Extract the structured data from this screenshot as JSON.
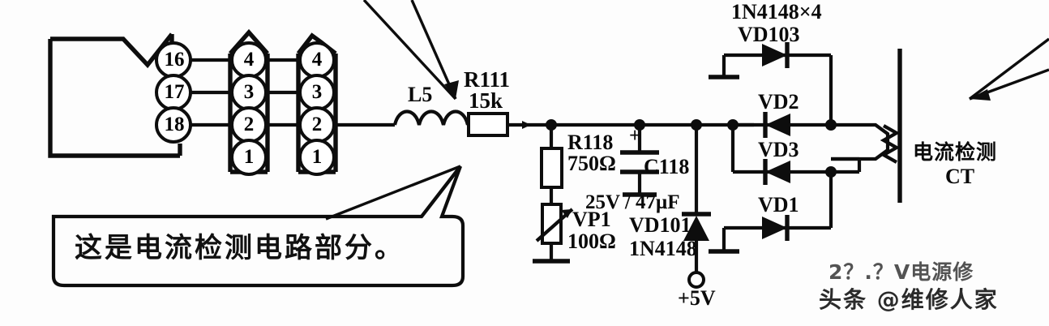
{
  "diagram": {
    "title": "Current detection circuit schematic",
    "ic": {
      "pins": [
        {
          "label": "16"
        },
        {
          "label": "17"
        },
        {
          "label": "18"
        }
      ]
    },
    "connector_a": {
      "name": "connector-a",
      "pins": [
        "4",
        "3",
        "2",
        "1"
      ]
    },
    "connector_b": {
      "name": "connector-b",
      "pins": [
        "4",
        "3",
        "2",
        "1"
      ]
    },
    "components": {
      "inductor": {
        "ref": "L5"
      },
      "resistor_series": {
        "ref": "R111",
        "value": "15k"
      },
      "resistor_divider": {
        "ref": "R118",
        "value": "750Ω"
      },
      "potentiometer": {
        "ref": "VP1",
        "value": "100Ω"
      },
      "capacitor": {
        "ref": "C118",
        "value": "25V / 47μF",
        "polarity": "+"
      },
      "diode_clamp": {
        "ref": "VD101",
        "part": "1N4148"
      },
      "bridge_note": {
        "part": "1N4148×4"
      },
      "bridge_diodes": [
        {
          "ref": "VD103"
        },
        {
          "ref": "VD2"
        },
        {
          "ref": "VD3"
        },
        {
          "ref": "VD1"
        }
      ],
      "transformer": {
        "ref": "CT",
        "label": "电流检测"
      }
    },
    "power_rail": {
      "label": "+5V"
    }
  },
  "annotations": {
    "callout_text": "这是电流检测电路部分。",
    "pointer_top_left": "arrow-pointer",
    "pointer_top_right": "arrow-pointer"
  },
  "watermark": {
    "line1": "2？.？V电源修",
    "line2": "头条 @维修人家"
  },
  "colors": {
    "ink": "#0a0a0a",
    "background": "#fdfdfd"
  }
}
